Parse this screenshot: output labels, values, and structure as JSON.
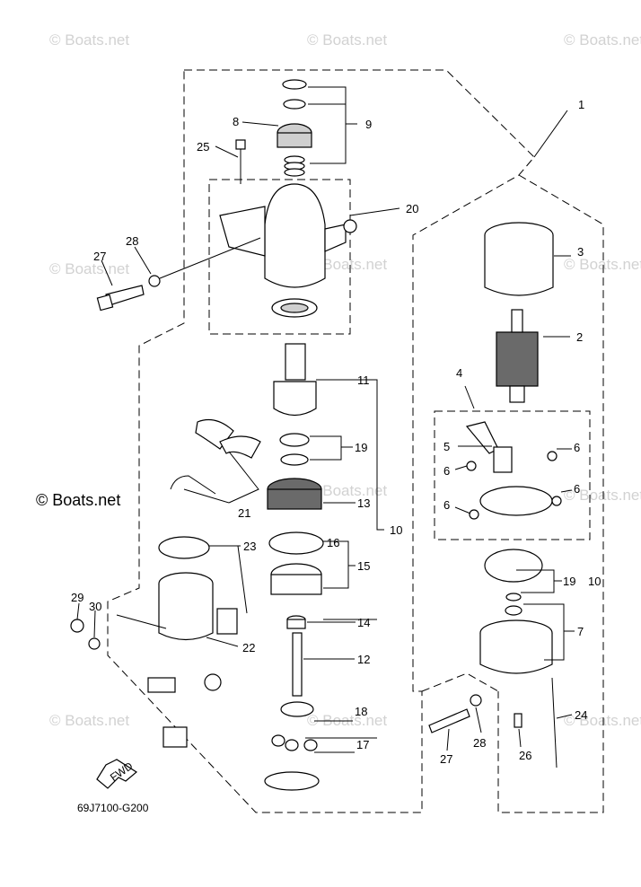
{
  "watermark": "© Boats.net",
  "watermark_highlight": "© Boats.net",
  "diagram_code": "69J7100-G200",
  "fwd_label": "FWD",
  "callouts": {
    "c1": "1",
    "c2": "2",
    "c3": "3",
    "c4": "4",
    "c5": "5",
    "c6a": "6",
    "c6b": "6",
    "c6c": "6",
    "c6d": "6",
    "c7": "7",
    "c8": "8",
    "c9": "9",
    "c10a": "10",
    "c10b": "10",
    "c11": "11",
    "c12": "12",
    "c13": "13",
    "c14": "14",
    "c15": "15",
    "c16": "16",
    "c17": "17",
    "c18": "18",
    "c19a": "19",
    "c19b": "19",
    "c20": "20",
    "c21": "21",
    "c22": "22",
    "c23": "23",
    "c24": "24",
    "c25": "25",
    "c26": "26",
    "c27a": "27",
    "c27b": "27",
    "c28a": "28",
    "c28b": "28",
    "c29": "29",
    "c30": "30"
  },
  "colors": {
    "watermark": "#d2d2d2",
    "line": "#000000"
  }
}
